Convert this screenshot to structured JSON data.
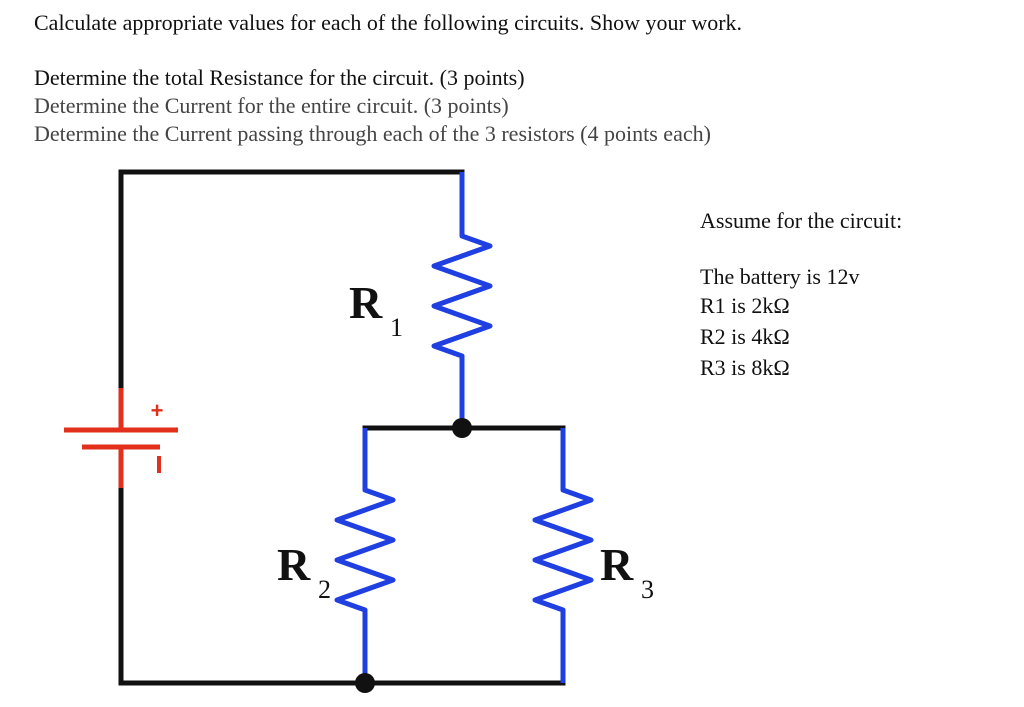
{
  "instructions": {
    "line1": "Calculate appropriate values for each of the following circuits.  Show your work.",
    "line2": "Determine the total Resistance for the circuit.  (3 points)",
    "line3": "Determine the Current for the entire circuit. (3 points)",
    "line4": "Determine the Current passing through each of the 3 resistors (4 points each)"
  },
  "circuit": {
    "battery_plus": "+",
    "r1": {
      "letter": "R",
      "sub": "1"
    },
    "r2": {
      "letter": "R",
      "sub": "2"
    },
    "r3": {
      "letter": "R",
      "sub": "3"
    },
    "colors": {
      "wire": "#111111",
      "resistor": "#1f3fe0",
      "battery": "#e2301d"
    }
  },
  "assumptions": {
    "heading": "Assume for the circuit:",
    "battery": "The battery is 12v",
    "r1": "R1 is 2kΩ",
    "r2": "R2 is 4kΩ",
    "r3": "R3 is 8kΩ"
  }
}
